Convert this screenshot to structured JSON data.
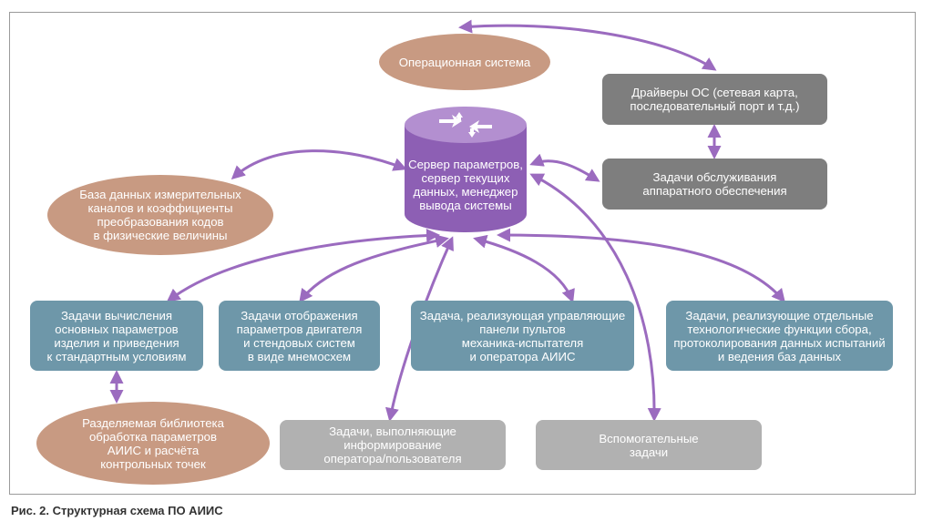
{
  "diagram": {
    "nodes": {
      "os": "Операционная система",
      "drivers": "Драйверы ОС (сетевая карта,\nпоследовательный порт и т.д.)",
      "hw_tasks": "Задачи обслуживания\nаппаратного обеспечения",
      "server": "Сервер параметров,\nсервер текущих\nданных, менеджер\nвывода системы",
      "database": "База данных измерительных\nканалов и коэффициенты\nпреобразования кодов\nв физические величины",
      "calc_tasks": "Задачи вычисления\nосновных параметров\nизделия и приведения\nк стандартным условиям",
      "display_tasks": "Задачи отображения\nпараметров двигателя\nи стендовых систем\nв виде мнемосхем",
      "panel_task": "Задача, реализующая управляющие\nпанели пультов\nмеханика-испытателя\nи оператора АИИС",
      "tech_tasks": "Задачи, реализующие отдельные\nтехнологические функции сбора,\nпротоколирования данных испытаний\nи ведения баз данных",
      "shared_lib": "Разделяемая библиотека\nобработка параметров\nАИИС и расчёта\nконтрольных точек",
      "inform_tasks": "Задачи, выполняющие\nинформирование\nоператора/пользователя",
      "aux_tasks": "Вспомогательные\nзадачи"
    },
    "caption": "Рис. 2. Структурная схема ПО АИИС",
    "colors": {
      "ellipse": "#c89a82",
      "dark_box": "#7e7e7e",
      "teal_box": "#6e97a9",
      "light_box": "#b1b1b1",
      "connector": "#9b6bbf",
      "server_body": "#8d5fb4",
      "server_top": "#b38fd0"
    }
  }
}
